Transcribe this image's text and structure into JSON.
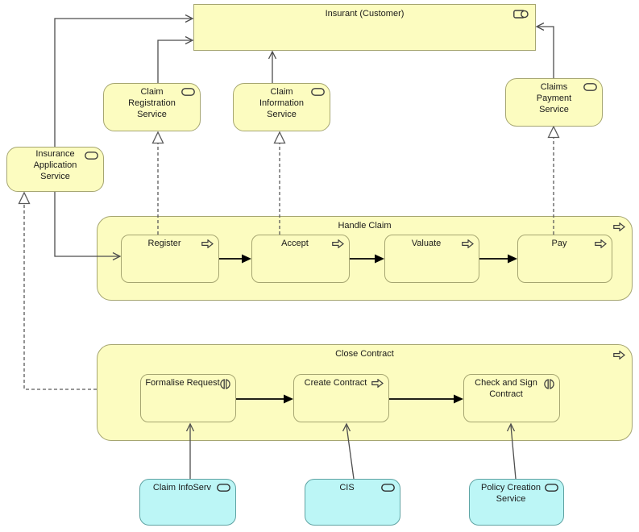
{
  "diagram": {
    "title": "Insurance claim handling ArchiMate view",
    "colors": {
      "business_fill": "#FCFCC0",
      "business_border": "#A6A671",
      "application_fill": "#BCF6F6",
      "application_border": "#5FA3A3",
      "relationship_line": "#4D4D4D",
      "trigger_line": "#000000",
      "text": "#1A1A1A"
    },
    "nodes": {
      "insurant": {
        "label": "Insurant (Customer)",
        "type": "business-role",
        "icon": "role-icon"
      },
      "claim_registration": {
        "label": "Claim\nRegistration\nService",
        "type": "business-service",
        "icon": "service-icon"
      },
      "claim_information": {
        "label": "Claim\nInformation\nService",
        "type": "business-service",
        "icon": "service-icon"
      },
      "claims_payment": {
        "label": "Claims\nPayment\nService",
        "type": "business-service",
        "icon": "service-icon"
      },
      "insurance_application": {
        "label": "Insurance\nApplication\nService",
        "type": "business-service",
        "icon": "service-icon"
      },
      "handle_claim": {
        "label": "Handle Claim",
        "type": "business-process",
        "icon": "process-icon"
      },
      "register": {
        "label": "Register",
        "type": "business-process",
        "icon": "process-icon"
      },
      "accept": {
        "label": "Accept",
        "type": "business-process",
        "icon": "process-icon"
      },
      "valuate": {
        "label": "Valuate",
        "type": "business-process",
        "icon": "process-icon"
      },
      "pay": {
        "label": "Pay",
        "type": "business-process",
        "icon": "process-icon"
      },
      "close_contract": {
        "label": "Close Contract",
        "type": "business-process",
        "icon": "process-icon"
      },
      "formalise_request": {
        "label": "Formalise Request",
        "type": "business-interaction",
        "icon": "interaction-icon"
      },
      "create_contract": {
        "label": "Create Contract",
        "type": "business-process",
        "icon": "process-icon"
      },
      "check_sign": {
        "label": "Check and Sign\nContract",
        "type": "business-interaction",
        "icon": "interaction-icon"
      },
      "claim_infoserv": {
        "label": "Claim InfoServ",
        "type": "application-service",
        "icon": "service-icon"
      },
      "cis": {
        "label": "CIS",
        "type": "application-service",
        "icon": "service-icon"
      },
      "policy_creation": {
        "label": "Policy Creation\nService",
        "type": "application-service",
        "icon": "service-icon"
      }
    },
    "edges": [
      {
        "from": "insurance_application",
        "to": "insurant",
        "type": "serving"
      },
      {
        "from": "claim_registration",
        "to": "insurant",
        "type": "serving"
      },
      {
        "from": "claim_information",
        "to": "insurant",
        "type": "serving"
      },
      {
        "from": "claims_payment",
        "to": "insurant",
        "type": "serving"
      },
      {
        "from": "insurance_application",
        "to": "register",
        "type": "serving"
      },
      {
        "from": "register",
        "to": "claim_registration",
        "type": "realization"
      },
      {
        "from": "accept",
        "to": "claim_information",
        "type": "realization"
      },
      {
        "from": "pay",
        "to": "claims_payment",
        "type": "realization"
      },
      {
        "from": "close_contract",
        "to": "insurance_application",
        "type": "realization"
      },
      {
        "from": "register",
        "to": "accept",
        "type": "triggering"
      },
      {
        "from": "accept",
        "to": "valuate",
        "type": "triggering"
      },
      {
        "from": "valuate",
        "to": "pay",
        "type": "triggering"
      },
      {
        "from": "formalise_request",
        "to": "create_contract",
        "type": "triggering"
      },
      {
        "from": "create_contract",
        "to": "check_sign",
        "type": "triggering"
      },
      {
        "from": "claim_infoserv",
        "to": "formalise_request",
        "type": "serving"
      },
      {
        "from": "cis",
        "to": "create_contract",
        "type": "serving"
      },
      {
        "from": "policy_creation",
        "to": "check_sign",
        "type": "serving"
      }
    ]
  }
}
